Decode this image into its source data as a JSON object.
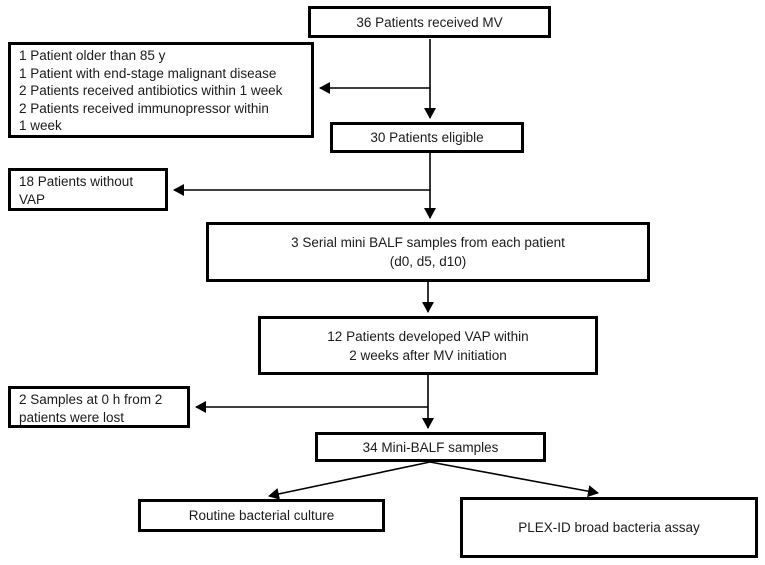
{
  "figure": {
    "type": "flowchart",
    "background_color": "#ffffff",
    "line_color": "#000000",
    "text_color": "#1b1b1b",
    "boxes": {
      "mv": {
        "lines": [
          "36 Patients received MV"
        ]
      },
      "exclusions": {
        "lines": [
          "1 Patient older than 85 y",
          "1 Patient with end-stage malignant disease",
          "2 Patients received antibiotics within 1 week",
          "2 Patients received immunopressor within",
          "1 week"
        ]
      },
      "eligible": {
        "lines": [
          "30 Patients eligible"
        ]
      },
      "no_vap": {
        "lines": [
          "18 Patients without",
          "VAP"
        ]
      },
      "serial_balf": {
        "lines": [
          "3 Serial mini BALF samples from each patient",
          "(d0, d5, d10)"
        ]
      },
      "vap_12": {
        "lines": [
          "12 Patients developed VAP within",
          "2 weeks after MV initiation"
        ]
      },
      "samples_lost": {
        "lines": [
          "2 Samples at 0 h from 2",
          "patients were lost"
        ]
      },
      "mini_balf_34": {
        "lines": [
          "34 Mini-BALF samples"
        ]
      },
      "culture": {
        "lines": [
          "Routine bacterial culture"
        ]
      },
      "plex_id": {
        "lines": [
          "PLEX-ID broad bacteria assay"
        ]
      }
    }
  }
}
